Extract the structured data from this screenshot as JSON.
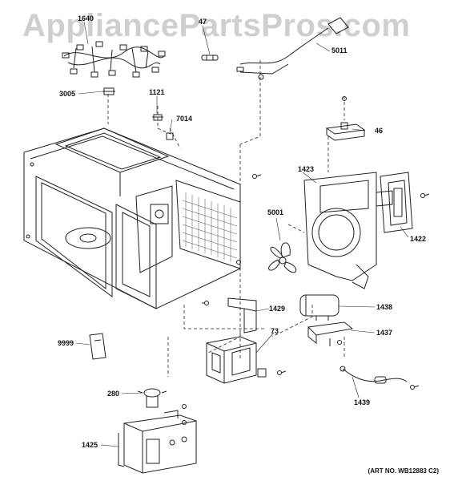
{
  "watermark": "AppliancePartsPros.com",
  "art_number": "(ART NO. WB12883 C2)",
  "callouts": {
    "p1640": "1640",
    "p47": "47",
    "p5011": "5011",
    "p3005": "3005",
    "p1121": "1121",
    "p7014": "7014",
    "p46": "46",
    "p1423": "1423",
    "p5001": "5001",
    "p1422": "1422",
    "p1429": "1429",
    "p1438": "1438",
    "p73": "73",
    "p1437": "1437",
    "p9999": "9999",
    "p280": "280",
    "p1439": "1439",
    "p1425": "1425"
  },
  "colors": {
    "line": "#222222",
    "watermark": "#cfcfcf",
    "background": "#ffffff"
  }
}
